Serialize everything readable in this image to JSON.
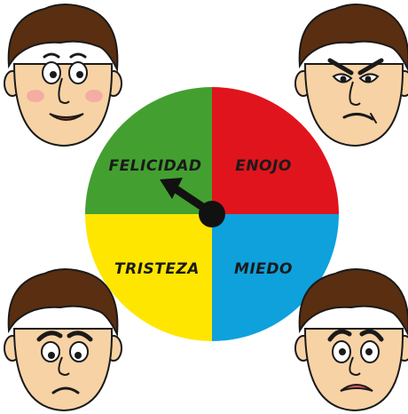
{
  "wheel": {
    "segments": [
      {
        "id": "felicidad",
        "label": "FELICIDAD",
        "color": "#43a030"
      },
      {
        "id": "enojo",
        "label": "ENOJO",
        "color": "#e0141d"
      },
      {
        "id": "tristeza",
        "label": "TRISTEZA",
        "color": "#ffe600"
      },
      {
        "id": "miedo",
        "label": "MIEDO",
        "color": "#0ea1dc"
      }
    ],
    "pointer_target": "felicidad"
  },
  "faces": [
    {
      "id": "happy",
      "expression": "happy-face"
    },
    {
      "id": "angry",
      "expression": "angry-face"
    },
    {
      "id": "sad",
      "expression": "sad-face"
    },
    {
      "id": "scared",
      "expression": "scared-face"
    }
  ],
  "colors": {
    "hair": "#5a2e10",
    "skin": "#f7d2a4",
    "skin_shadow": "#e8b889",
    "blush": "#f4a3a3",
    "outline": "#1a1a1a"
  }
}
